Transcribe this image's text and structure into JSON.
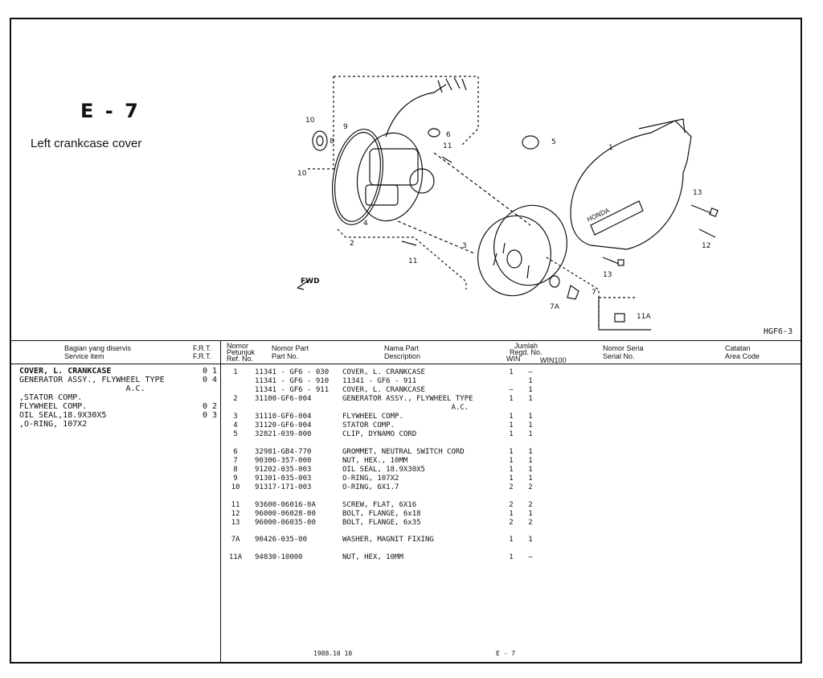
{
  "section": {
    "code": "E - 7",
    "title": "Left crankcase cover"
  },
  "diagram": {
    "code": "HGF6-3",
    "fwd_label": "FWD",
    "brand_label": "HONDA",
    "callouts": [
      "1",
      "2",
      "3",
      "4",
      "5",
      "6",
      "7",
      "7A",
      "8",
      "9",
      "10",
      "10",
      "11",
      "11",
      "11A",
      "12",
      "13",
      "13"
    ]
  },
  "headers": {
    "service_item_id": "Bagian yang diservis",
    "service_item_en": "Service item",
    "frt_1": "F.R.T.",
    "frt_2": "F.R.T.",
    "ref_id_1": "Nomor",
    "ref_id_2": "Petunjuk",
    "ref_en": "Ref. No.",
    "part_id": "Nomor Part",
    "part_en": "Part No.",
    "name_id": "Nama Part",
    "name_en": "Description",
    "qty_id_1": "Jumlah",
    "qty_id_2": "Regd. No.",
    "qty_win": "WIN",
    "qty_win100": "WIN100",
    "serial_id": "Nomor Seria",
    "serial_en": "Serial No.",
    "remarks_id": "Catatan",
    "remarks_en": "Area Code"
  },
  "service_items": [
    {
      "label": "COVER, L. CRANKCASE",
      "frt": "0 1"
    },
    {
      "label": "GENERATOR ASSY., FLYWHEEL TYPE",
      "frt": "0 4"
    },
    {
      "label": "                      A.C.",
      "frt": ""
    },
    {
      "label": ",STATOR COMP.",
      "frt": ""
    },
    {
      "label": "FLYWHEEL COMP.",
      "frt": "0 2"
    },
    {
      "label": "OIL SEAL,18.9X30X5",
      "frt": "0 3"
    },
    {
      "label": ",O-RING, 107X2",
      "frt": ""
    }
  ],
  "parts": [
    {
      "ref": "1",
      "part_no": "11341 - GF6 - 030",
      "desc": "COVER, L. CRANKCASE",
      "win": "1",
      "win100": "–"
    },
    {
      "ref": "",
      "part_no": "11341 - GF6 - 910",
      "desc": "11341 - GF6 - 911",
      "win": "",
      "win100": "1"
    },
    {
      "ref": "",
      "part_no": "11341 - GF6 - 911",
      "desc": "COVER, L. CRANKCASE",
      "win": "–",
      "win100": "1"
    },
    {
      "ref": "2",
      "part_no": "31100-GF6-004",
      "desc": "GENERATOR ASSY., FLYWHEEL TYPE",
      "win": "1",
      "win100": "1"
    },
    {
      "ref": "",
      "part_no": "",
      "desc": "                         A.C.",
      "win": "",
      "win100": ""
    },
    {
      "ref": "3",
      "part_no": "31110-GF6-004",
      "desc": "FLYWHEEL COMP.",
      "win": "1",
      "win100": "1"
    },
    {
      "ref": "4",
      "part_no": "31120-GF6-004",
      "desc": "STATOR COMP.",
      "win": "1",
      "win100": "1"
    },
    {
      "ref": "5",
      "part_no": "32821-039-000",
      "desc": "CLIP, DYNAMO CORD",
      "win": "1",
      "win100": "1"
    },
    {
      "ref": "6",
      "part_no": "32981-GB4-770",
      "desc": "GROMMET, NEUTRAL SWITCH CORD",
      "win": "1",
      "win100": "1"
    },
    {
      "ref": "7",
      "part_no": "90306-357-000",
      "desc": "NUT, HEX., 10MM",
      "win": "1",
      "win100": "1"
    },
    {
      "ref": "8",
      "part_no": "91202-035-003",
      "desc": "OIL SEAL, 18.9X30X5",
      "win": "1",
      "win100": "1"
    },
    {
      "ref": "9",
      "part_no": "91301-035-003",
      "desc": "O-RING, 107X2",
      "win": "1",
      "win100": "1"
    },
    {
      "ref": "10",
      "part_no": "91317-171-003",
      "desc": "O-RING, 6X1.7",
      "win": "2",
      "win100": "2"
    },
    {
      "ref": "11",
      "part_no": "93600-06016-0A",
      "desc": "SCREW, FLAT, 6X16",
      "win": "2",
      "win100": "2"
    },
    {
      "ref": "12",
      "part_no": "96000-06028-00",
      "desc": "BOLT, FLANGE, 6x18",
      "win": "1",
      "win100": "1"
    },
    {
      "ref": "13",
      "part_no": "96000-06035-00",
      "desc": "BOLT, FLANGE, 6x35",
      "win": "2",
      "win100": "2"
    },
    {
      "ref": "7A",
      "part_no": "90426-035-00",
      "desc": "WASHER, MAGNIT FIXING",
      "win": "1",
      "win100": "1"
    },
    {
      "ref": "11A",
      "part_no": "94030-10000",
      "desc": "NUT, HEX, 10MM",
      "win": "1",
      "win100": "–"
    }
  ],
  "footer": {
    "date": "1988.10  10",
    "page": "E - 7"
  }
}
